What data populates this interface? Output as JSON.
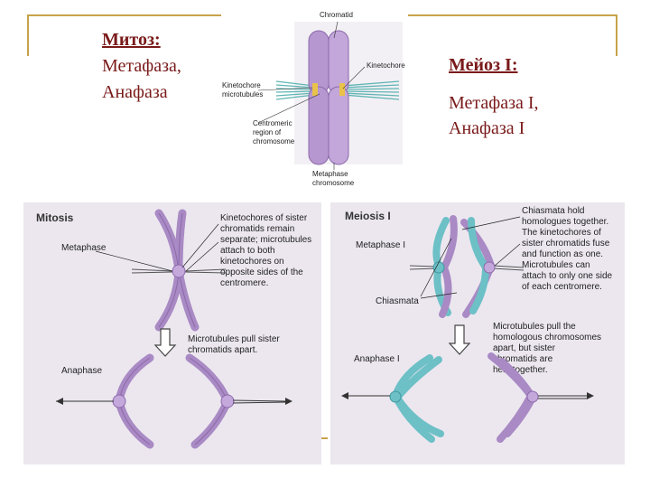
{
  "slide": {
    "left_heading": "Митоз:",
    "left_lines": [
      "Метафаза,",
      "Анафаза"
    ],
    "right_heading": "Мейоз I:",
    "right_lines": [
      "Метафаза I,",
      "Анафаза I"
    ]
  },
  "top_figure": {
    "label_chromatid": "Chromatid",
    "label_kinetochore": "Kinetochore",
    "label_kinetochore_microtubules": [
      "Kinetochore",
      "microtubules"
    ],
    "label_centromere": [
      "Centromeric",
      "region of",
      "chromosome"
    ],
    "label_metaphase": [
      "Metaphase",
      "chromosome"
    ]
  },
  "mitosis_panel": {
    "title": "Mitosis",
    "metaphase": "Metaphase",
    "anaphase": "Anaphase",
    "note_metaphase": [
      "Kinetochores of sister",
      "chromatids remain",
      "separate; microtubules",
      "attach to both",
      "kinetochores on",
      "opposite sides of the",
      "centromere."
    ],
    "note_anaphase": [
      "Microtubules pull sister",
      "chromatids apart."
    ]
  },
  "meiosis_panel": {
    "title": "Meiosis I",
    "metaphase": "Metaphase I",
    "anaphase": "Anaphase I",
    "chiasmata": "Chiasmata",
    "note_metaphase": [
      "Chiasmata hold",
      "homologues together.",
      "The kinetochores of",
      "sister chromatids fuse",
      "and function as one.",
      "Microtubules can",
      "attach to only one side",
      "of each centromere."
    ],
    "note_anaphase": [
      "Microtubules pull the",
      "homologous chromosomes",
      "apart, but sister",
      "chromatids are",
      "held together."
    ]
  },
  "colors": {
    "title_text": "#7a1a1a",
    "decor_line": "#c8a24a",
    "panel_bg": "#ece7ef",
    "chromosome_purple": "#a98ac4",
    "chromosome_teal": "#6cc0c6"
  }
}
